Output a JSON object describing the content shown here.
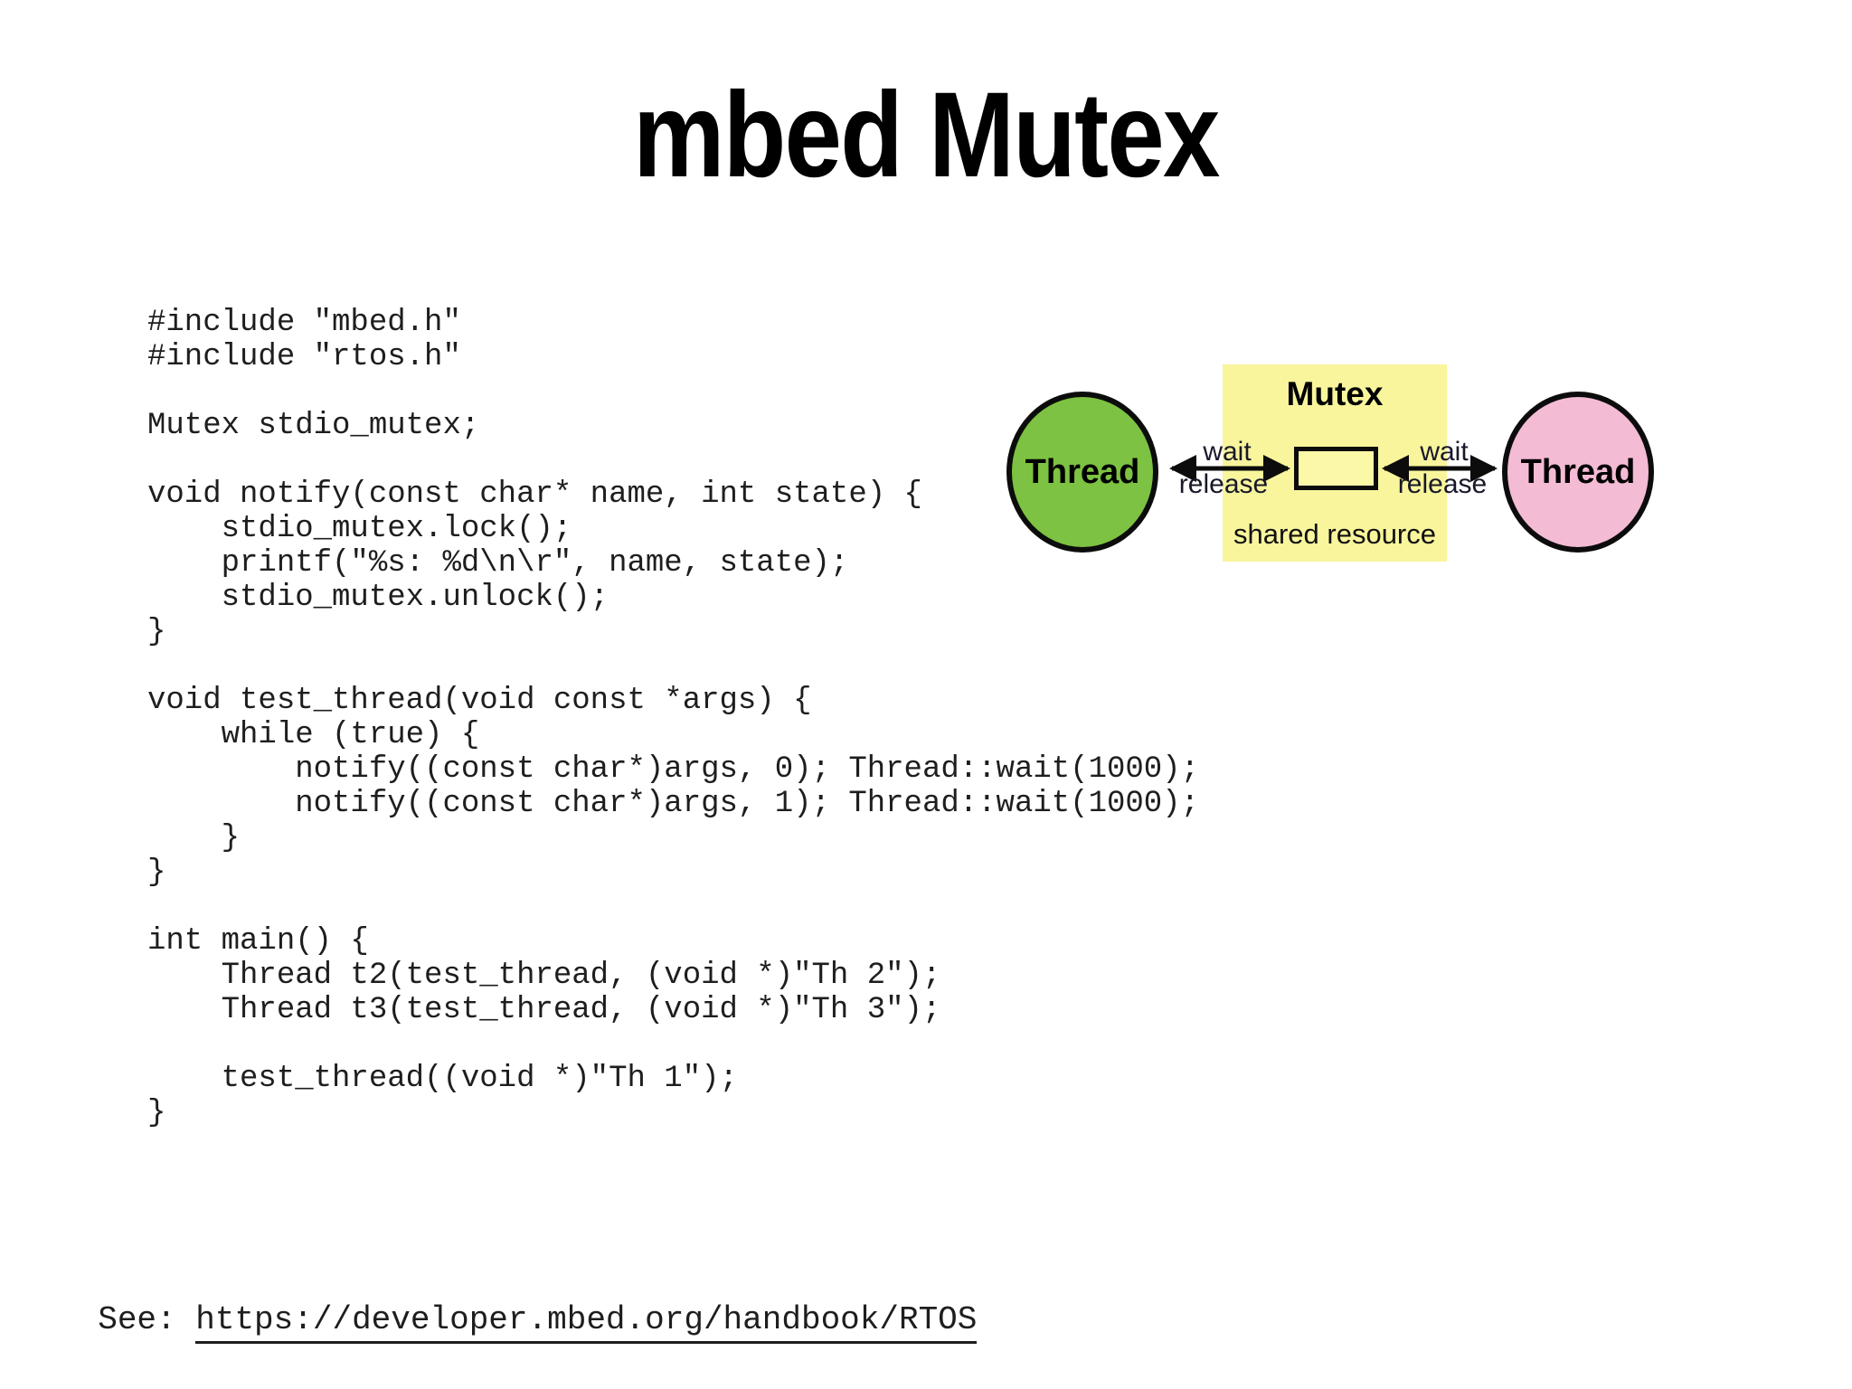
{
  "slide": {
    "title": "mbed Mutex",
    "footer": {
      "prefix": "See: ",
      "link": "https://developer.mbed.org/handbook/RTOS"
    }
  },
  "code": {
    "lines": [
      "#include \"mbed.h\"",
      "#include \"rtos.h\"",
      "",
      "Mutex stdio_mutex;",
      "",
      "void notify(const char* name, int state) {",
      "    stdio_mutex.lock();",
      "    printf(\"%s: %d\\n\\r\", name, state);",
      "    stdio_mutex.unlock();",
      "}",
      "",
      "void test_thread(void const *args) {",
      "    while (true) {",
      "        notify((const char*)args, 0); Thread::wait(1000);",
      "        notify((const char*)args, 1); Thread::wait(1000);",
      "    }",
      "}",
      "",
      "int main() {",
      "    Thread t2(test_thread, (void *)\"Th 2\");",
      "    Thread t3(test_thread, (void *)\"Th 3\");",
      "",
      "    test_thread((void *)\"Th 1\");",
      "}"
    ]
  },
  "diagram": {
    "mutex_label": "Mutex",
    "shared_resource_label": "shared resource",
    "left_thread_label": "Thread",
    "right_thread_label": "Thread",
    "left_arrow": {
      "top": "wait",
      "bottom": "release"
    },
    "right_arrow": {
      "top": "wait",
      "bottom": "release"
    },
    "colors": {
      "left_thread": "#7dc242",
      "right_thread": "#f4bbd5",
      "panel": "#f8f59c",
      "mutex_box": "#fbf8a8",
      "outline": "#0c0c0c"
    }
  }
}
